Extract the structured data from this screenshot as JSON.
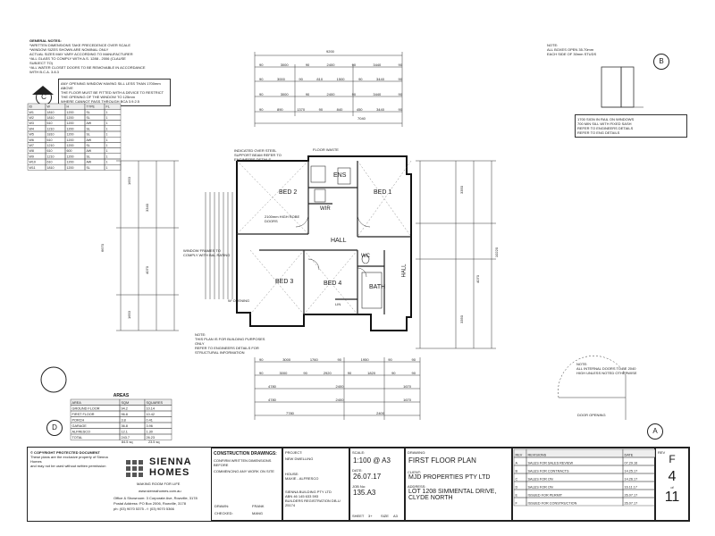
{
  "general_notes": {
    "title": "GENERAL NOTES:",
    "lines": [
      "*WRITTEN DIMENSIONS TAKE PRECEDENCE OVER SCALE",
      "*WINDOW SIZES SHOWN ARE NOMINAL ONLY",
      "ACTUAL SIZES MAY VARY ACCORDING TO MANUFACTURER",
      "*ALL GLASS TO COMPLY WITH A.S. 1288 - 2006 (CLAUSE",
      "SUBJECT TO)",
      "*ALL WATER CLOSET DOORS TO BE REMOVABLE IN ACCORDANCE",
      "WITH B.C.A. 3.8.3"
    ]
  },
  "window_note": {
    "lines": [
      "ANY OPENING WINDOW HAVING SILL LESS THAN 1700mm ABOVE",
      "THE FLOOR MUST BE FITTED WITH A DEVICE TO RESTRICT",
      "THE OPENING OF THE WINDOW TO 125mm",
      "WHERE CANNOT PASS THROUGH BCA 3.9.2.5"
    ]
  },
  "markers": {
    "b": "B",
    "c": "C",
    "d": "D",
    "a": "A"
  },
  "top_right_note": {
    "lines": [
      "NOTE:",
      "ALL BOXES OPEN 35.70mm",
      "EACH SIDE OF 30mm STUDS"
    ]
  },
  "legend": {
    "rows": [
      "1700 SIGN IN RAIL ON WINDOWS",
      "700 MIN SILL WITH FIXED SASH",
      "REFER TO ENGINEERS DETAILS",
      "REFER TO ENG DETAILS"
    ]
  },
  "bottom_right_note": {
    "lines": [
      "NOTE:",
      "ALL INTERNAL DOORS TO BE 2040",
      "HIGH UNLESS NOTED OTHERWISE"
    ]
  },
  "door_clearance": {
    "label": "DOOR OPENING"
  },
  "rooms": {
    "ens": "ENS",
    "bed2": "BED 2",
    "bed1": "BED 1",
    "wir": "WIR",
    "hall": "HALL",
    "hall_right": "HALL",
    "bed3": "BED 3",
    "bed4": "BED 4",
    "wc": "WC",
    "bath": "BATH",
    "linen": "LIN"
  },
  "plan_notes": {
    "top_left": "INDICATED OVER STEEL SUPPORT BEAM REFER TO ENGINEERS DETAILS",
    "floor_waste": "FLOOR WASTE",
    "balcony_note": "WINDOW FRAMES TO COMPLY WITH BAL RATING",
    "rob_note": "2100mm HIGH ROBE DOORS",
    "stair_label": "W' OPENING",
    "bottom_note_1": "NOTE:",
    "bottom_note_2": "THIS PLAN IS FOR BUILDING PURPOSES ONLY",
    "bottom_note_3": "REFER TO ENGINEERS DETAILS FOR STRUCTURAL INFORMATION"
  },
  "dims_top": [
    [
      "90",
      "3000",
      "90",
      "2400",
      "90",
      "3440",
      "90"
    ],
    [
      "90",
      "3000",
      "90",
      "810",
      "1500",
      "90",
      "3440",
      "90"
    ],
    [
      "90",
      "3000",
      "90",
      "2400",
      "90",
      "3440",
      "90"
    ],
    [
      "90",
      "890",
      "1370",
      "90",
      "840",
      "450",
      "3440",
      "90"
    ]
  ],
  "dims_top_totals": [
    "9200",
    "7040"
  ],
  "dims_bottom": [
    [
      "90",
      "3000",
      "1760",
      "90",
      "1950",
      "90",
      "90"
    ],
    [
      "90",
      "3000",
      "90",
      "2920",
      "90",
      "1820",
      "90",
      "90"
    ],
    [
      "4780",
      "2400",
      "1670"
    ],
    [
      "4780",
      "2400",
      "1670"
    ],
    [
      "7780",
      "2400"
    ]
  ],
  "dims_left": [
    "1653",
    "3340",
    "4070",
    "6670",
    "1653"
  ],
  "dims_right": [
    "3350",
    "10220",
    "4070",
    "3350"
  ],
  "areas_table": {
    "title": "AREAS",
    "headers": [
      "AREA",
      "SQM",
      "SQUARES"
    ],
    "rows": [
      [
        "GROUND FLOOR",
        "94.2",
        "10.14"
      ],
      [
        "FIRST FLOOR",
        "96.8",
        "10.42"
      ],
      [
        "PORCH",
        "3.8",
        "0.41"
      ],
      [
        "GARAGE",
        "36.8",
        "3.96"
      ],
      [
        "ALFRESCO",
        "12.1",
        "1.30"
      ]
    ],
    "total_label": "TOTAL",
    "total_values": [
      "243.7",
      "26.23"
    ],
    "area_totals": [
      "84.5 sq",
      "23.5 sq"
    ]
  },
  "window_schedule": {
    "headers": [
      "ID",
      "W",
      "H",
      "TYPE",
      "FL"
    ],
    "rows": [
      [
        "W1",
        "1810",
        "1200",
        "SL",
        "1"
      ],
      [
        "W2",
        "1810",
        "1200",
        "SL",
        "1"
      ],
      [
        "W3",
        "610",
        "1200",
        "AW",
        "1"
      ],
      [
        "W4",
        "1210",
        "1200",
        "SL",
        "1"
      ],
      [
        "W5",
        "1810",
        "1200",
        "SL",
        "1"
      ],
      [
        "W6",
        "610",
        "1200",
        "AW",
        "1"
      ],
      [
        "W7",
        "1210",
        "1200",
        "SL",
        "1"
      ],
      [
        "W8",
        "610",
        "600",
        "AW",
        "1"
      ],
      [
        "W9",
        "1210",
        "1200",
        "SL",
        "1"
      ],
      [
        "W10",
        "610",
        "1200",
        "AW",
        "1"
      ],
      [
        "W11",
        "1810",
        "1200",
        "SL",
        "1"
      ]
    ]
  },
  "copyright": {
    "lines": [
      "© COPYRIGHT PROTECTED DOCUMENT",
      "These plans are the exclusive property of Sienna Homes",
      "and may not be used without written permission"
    ]
  },
  "company": {
    "name": "SIENNA",
    "name2": "HOMES",
    "tagline": "MAKING ROOM FOR LIFE",
    "web": "www.siennahomes.com.au",
    "address1": "Office & Showroom: 3 Corporate Ave, Rowville, 3178",
    "address2": "Postal Address: PO Box 2006, Rowville, 3178",
    "phone": "ph: (03) 9070 5375 - f: (03) 9070 5366"
  },
  "construction": {
    "title": "CONSTRUCTION DRAWINGS:",
    "sub1": "CONFIRM WRITTEN DIMENSIONS BEFORE",
    "sub2": "COMMENCING ANY WORK ON SITE",
    "drawn_label": "DRAWN:",
    "drawn_value": "FRANK",
    "checked_label": "CHECKED:",
    "checked_value": "MANG"
  },
  "project": {
    "label": "PROJECT:",
    "value": "NEW DWELLING",
    "facade_label": "HOUSE:",
    "facade_value": "MAXIE - ALFRESCO",
    "builder1": "SIENNA BUILDING PTY LTD",
    "builder2": "ABN 46 145 633 593",
    "builder3": "BUILDERS REGISTRATION DB-U 25174"
  },
  "scale": {
    "label": "SCALE:",
    "value": "1:100 @ A3",
    "date_label": "DATE:",
    "date_value": "26.07.17",
    "job_label": "JOB No:",
    "job_value": "135.A3",
    "sheet_label": "SHEET",
    "sheet_value": "3+",
    "size_label": "SIZE",
    "size_value": "A3"
  },
  "drawing": {
    "label": "DRAWING:",
    "title": "FIRST FLOOR PLAN",
    "client_label": "CLIENT:",
    "client": "MJD PROPERTIES PTY LTD",
    "address_label": "ADDRESS:",
    "address1": "LOT 1208 SIMMENTAL DRIVE,",
    "address2": "CLYDE NORTH"
  },
  "revisions": {
    "headers": [
      "REV",
      "REVISIONS",
      "DATE"
    ],
    "rows": [
      [
        "A",
        "SALES FOR SALES REVIEW",
        "07.29.16"
      ],
      [
        "B",
        "SALES FOR CONTRACTS",
        "14.25.17"
      ],
      [
        "C",
        "SALES FOR ON",
        "14.26.17"
      ],
      [
        "D",
        "SALES FOR ON",
        "16.11.17"
      ],
      [
        "E",
        "ISSUED FOR PERMIT",
        "26.07.17"
      ],
      [
        "F",
        "ISSUED FOR CONSTRUCTION",
        "26.07.17"
      ]
    ],
    "rev_label": "REV",
    "rev_value": "F",
    "sheet_number": "4",
    "of_label": "of",
    "total_sheets": "11"
  }
}
